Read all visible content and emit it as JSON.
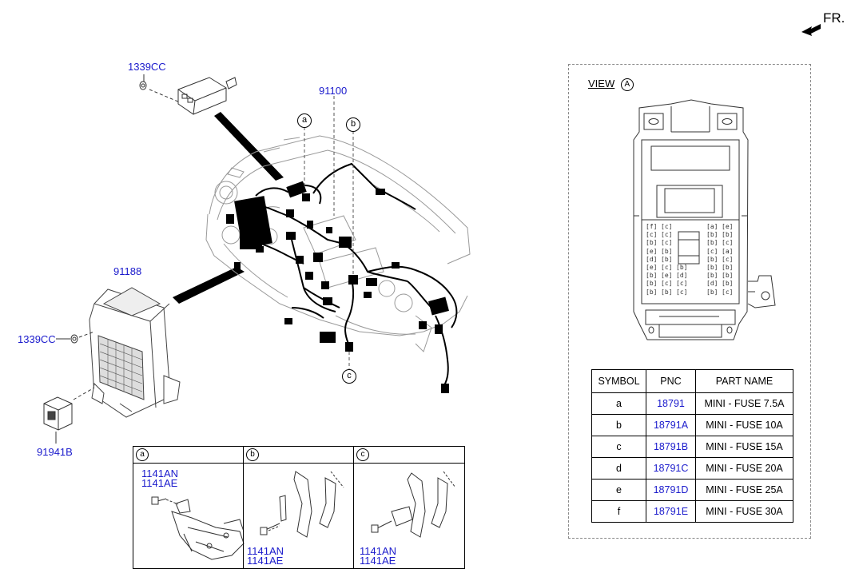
{
  "header": {
    "fr_label": "FR."
  },
  "main_diagram": {
    "pnc_labels": {
      "bolt_top": "1339CC",
      "harness_main": "91100",
      "junction_box": "91188",
      "bolt_left": "1339CC",
      "relay": "91941B"
    },
    "callouts": {
      "a": "a",
      "b": "b",
      "c": "c"
    }
  },
  "view_panel": {
    "title": "VIEW",
    "view_marker": "A",
    "fuse_layout_rows": [
      [
        "f",
        "c",
        "",
        "a",
        "e"
      ],
      [
        "c",
        "c",
        "",
        "b",
        "b"
      ],
      [
        "b",
        "c",
        "",
        "b",
        "c"
      ],
      [
        "e",
        "b",
        "",
        "c",
        "a"
      ],
      [
        "d",
        "b",
        "",
        "b",
        "c"
      ],
      [
        "e",
        "c",
        "b",
        "b",
        "b"
      ],
      [
        "b",
        "e",
        "d",
        "b",
        "b"
      ],
      [
        "b",
        "c",
        "c",
        "d",
        "b"
      ],
      [
        "b",
        "b",
        "c",
        "b",
        "c"
      ]
    ],
    "fuse_table": {
      "headers": [
        "SYMBOL",
        "PNC",
        "PART NAME"
      ],
      "rows": [
        {
          "symbol": "a",
          "pnc": "18791",
          "part_name": "MINI - FUSE 7.5A"
        },
        {
          "symbol": "b",
          "pnc": "18791A",
          "part_name": "MINI - FUSE 10A"
        },
        {
          "symbol": "c",
          "pnc": "18791B",
          "part_name": "MINI - FUSE 15A"
        },
        {
          "symbol": "d",
          "pnc": "18791C",
          "part_name": "MINI - FUSE 20A"
        },
        {
          "symbol": "e",
          "pnc": "18791D",
          "part_name": "MINI - FUSE 25A"
        },
        {
          "symbol": "f",
          "pnc": "18791E",
          "part_name": "MINI - FUSE 30A"
        }
      ]
    }
  },
  "detail_box": {
    "cells": [
      {
        "key": "a",
        "pnc_labels": [
          "1141AN",
          "1141AE"
        ]
      },
      {
        "key": "b",
        "pnc_labels": [
          "1141AN",
          "1141AE"
        ]
      },
      {
        "key": "c",
        "pnc_labels": [
          "1141AN",
          "1141AE"
        ]
      }
    ]
  },
  "colors": {
    "pnc_blue": "#1a1acc",
    "line": "#000000",
    "ghost": "#8c8c8c"
  }
}
